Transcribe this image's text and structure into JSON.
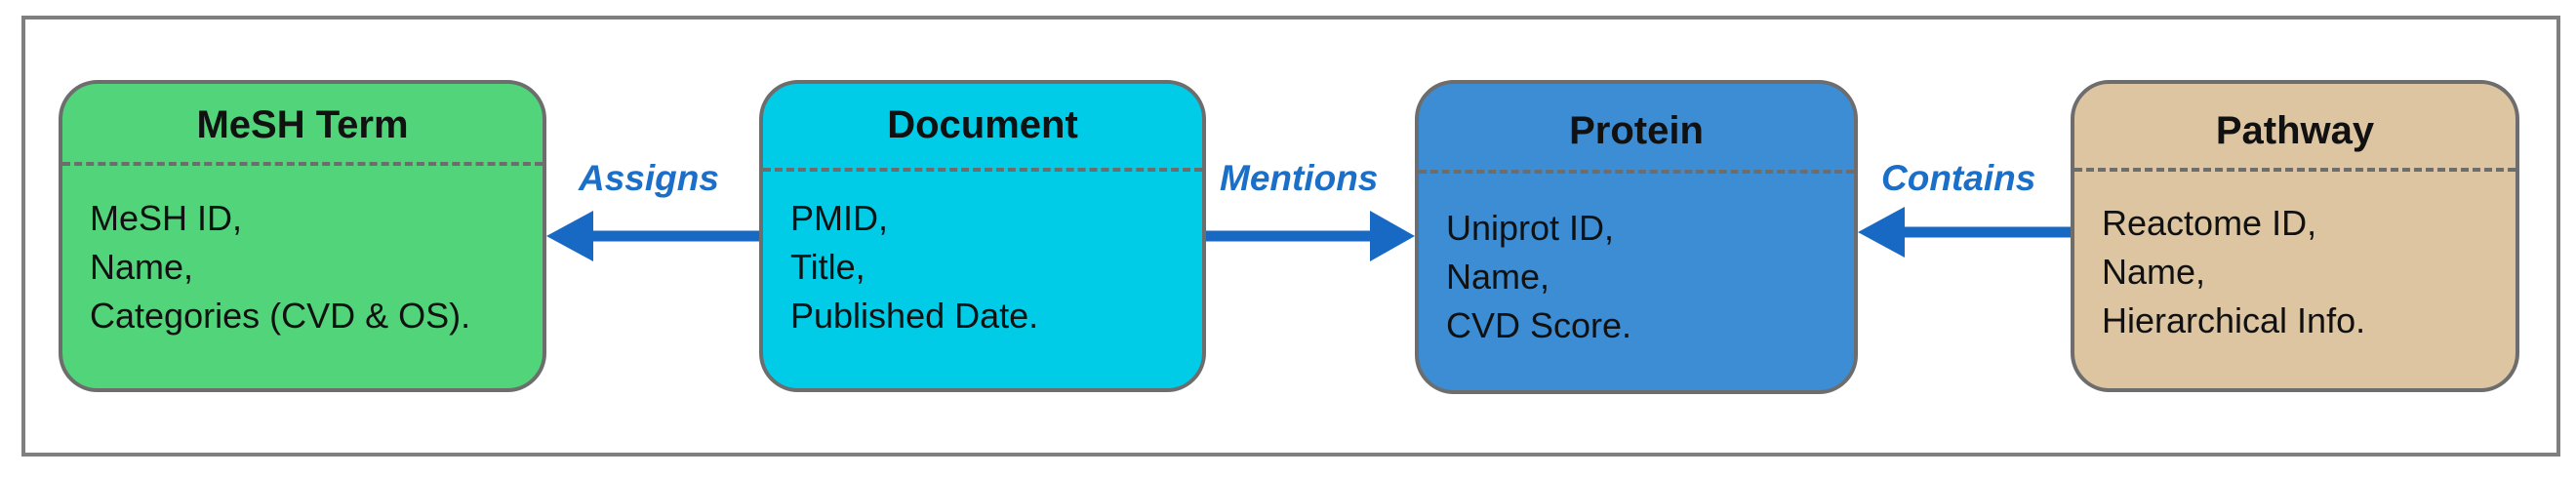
{
  "entities": {
    "mesh_term": {
      "title": "MeSH Term",
      "fields": [
        "MeSH ID,",
        "Name,",
        "Categories (CVD & OS)."
      ],
      "color": "#52d47a"
    },
    "document": {
      "title": "Document",
      "fields": [
        "PMID,",
        "Title,",
        "Published Date."
      ],
      "color": "#00cce8"
    },
    "protein": {
      "title": "Protein",
      "fields": [
        "Uniprot ID,",
        "Name,",
        "CVD Score."
      ],
      "color": "#3c8dd4"
    },
    "pathway": {
      "title": "Pathway",
      "fields": [
        "Reactome ID,",
        "Name,",
        "Hierarchical Info."
      ],
      "color": "#dcc5a0"
    }
  },
  "relations": {
    "assigns": {
      "label": "Assigns",
      "from": "Document",
      "to": "MeSH Term"
    },
    "mentions": {
      "label": "Mentions",
      "from": "Document",
      "to": "Protein"
    },
    "contains": {
      "label": "Contains",
      "from": "Pathway",
      "to": "Protein"
    }
  },
  "colors": {
    "arrow": "#1769c4",
    "label": "#1b6fc8",
    "border": "#6d6d6d"
  }
}
